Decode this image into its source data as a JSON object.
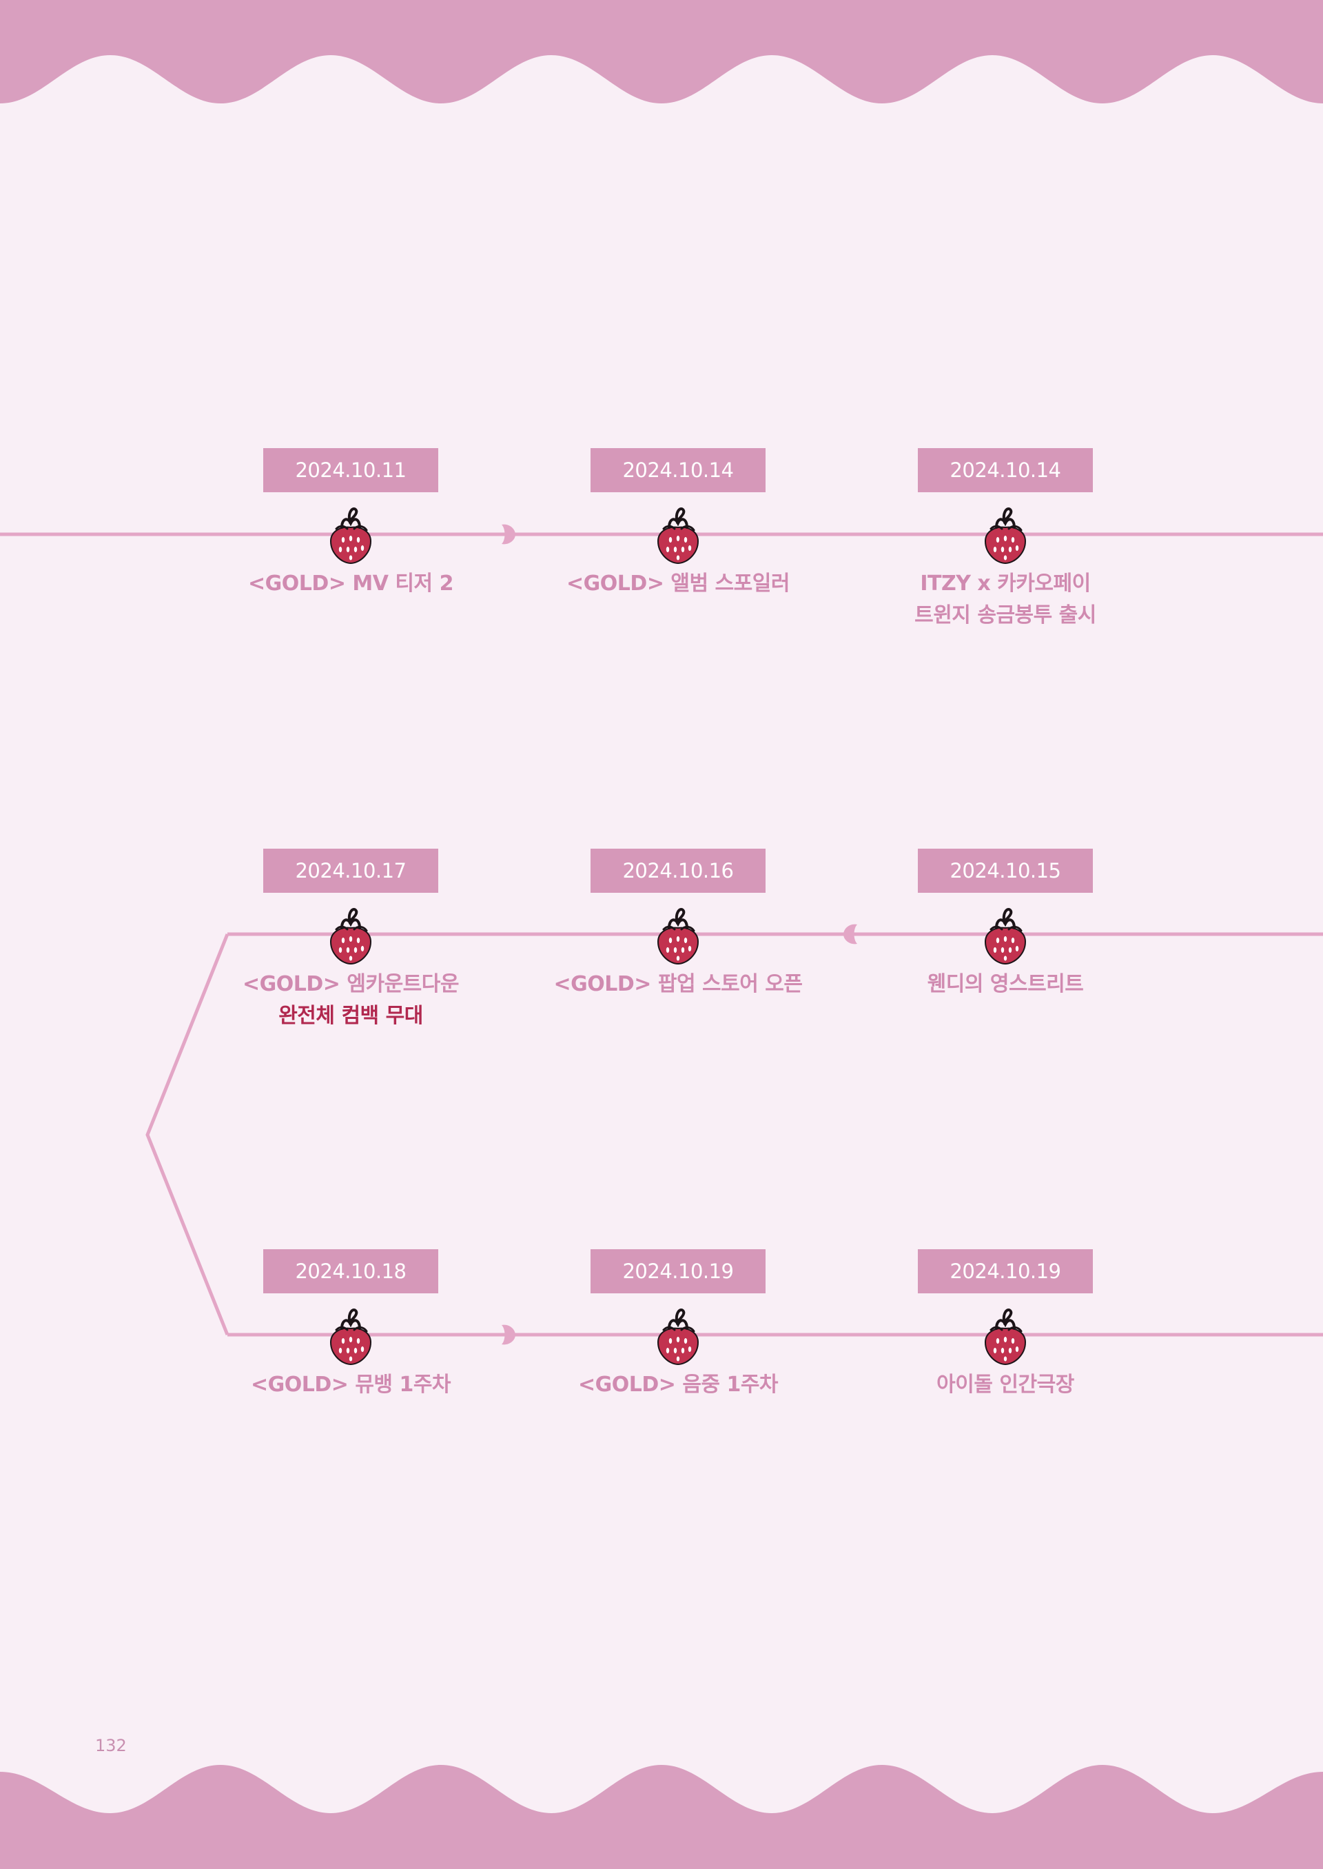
{
  "colors": {
    "background": "#f9eff6",
    "wave": "#d99fbf",
    "timeline": "#e3a6c6",
    "date_box": "#d698b9",
    "caption": "#d08ab0",
    "caption_accent": "#b1284f",
    "strawberry": "#c2324f"
  },
  "timeline": {
    "rows": [
      {
        "direction": "right",
        "events": [
          {
            "date": "2024.10.11",
            "lines": [
              "<GOLD> MV 티저 2"
            ],
            "icon": "strawberry-icon"
          },
          {
            "date": "2024.10.14",
            "lines": [
              "<GOLD> 앨범 스포일러"
            ],
            "icon": "strawberry-icon"
          },
          {
            "date": "2024.10.14",
            "lines": [
              "ITZY x 카카오페이",
              "트윈지 송금봉투 출시"
            ],
            "icon": "strawberry-icon"
          }
        ]
      },
      {
        "direction": "left",
        "events": [
          {
            "date": "2024.10.17",
            "lines": [
              "<GOLD> 엠카운트다운",
              "완전체 컴백 무대"
            ],
            "accent_line": 1,
            "icon": "strawberry-icon"
          },
          {
            "date": "2024.10.16",
            "lines": [
              "<GOLD> 팝업 스토어 오픈"
            ],
            "icon": "strawberry-icon"
          },
          {
            "date": "2024.10.15",
            "lines": [
              "웬디의 영스트리트"
            ],
            "icon": "strawberry-icon"
          }
        ]
      },
      {
        "direction": "right",
        "events": [
          {
            "date": "2024.10.18",
            "lines": [
              "<GOLD> 뮤뱅 1주차"
            ],
            "icon": "strawberry-icon"
          },
          {
            "date": "2024.10.19",
            "lines": [
              "<GOLD> 음중 1주차"
            ],
            "icon": "strawberry-icon"
          },
          {
            "date": "2024.10.19",
            "lines": [
              "아이돌 인간극장"
            ],
            "icon": "strawberry-icon"
          }
        ]
      }
    ]
  },
  "footer": {
    "page_number": "132"
  }
}
